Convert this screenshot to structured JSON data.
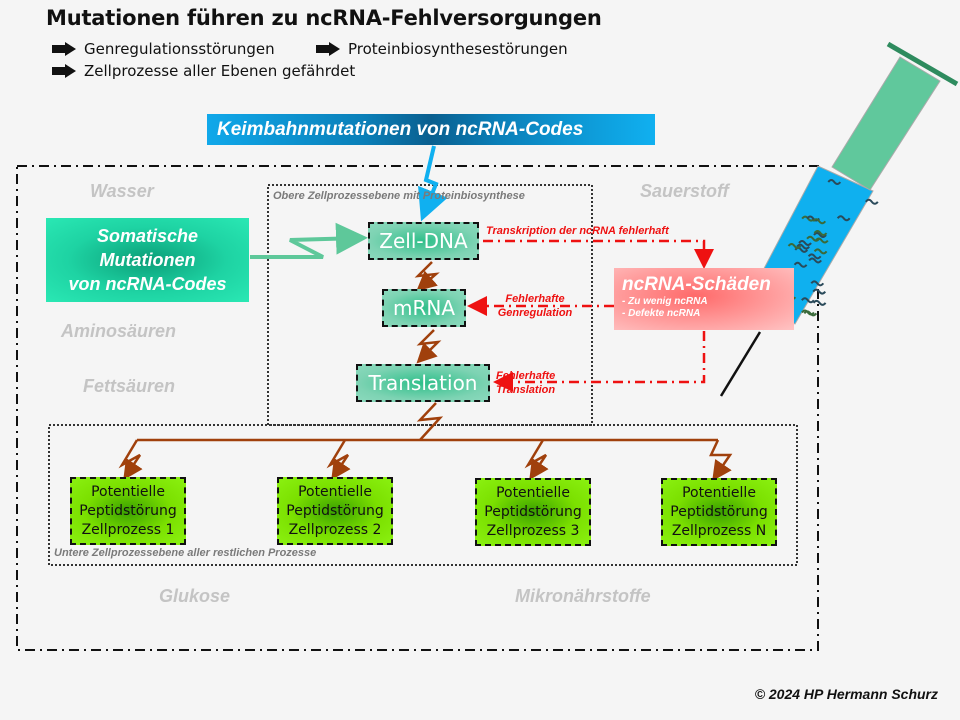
{
  "header": {
    "title": "Mutationen führen zu ncRNA-Fehlversorgungen",
    "bullets": [
      {
        "icon": "right-arrow-icon",
        "text": "Genregulationsstörungen"
      },
      {
        "icon": "right-arrow-icon",
        "text": "Proteinbiosynthesestörungen"
      },
      {
        "icon": "right-arrow-icon",
        "text": "Zellprozesse aller Ebenen gefährdet"
      }
    ]
  },
  "sources": {
    "germline": "Keimbahnmutationen von ncRNA-Codes",
    "somatic": [
      "Somatische",
      "Mutationen",
      "von ncRNA-Codes"
    ]
  },
  "nutrients": {
    "wasser": "Wasser",
    "sauerstoff": "Sauerstoff",
    "aminosaeuren": "Aminosäuren",
    "fettsaeuren": "Fettsäuren",
    "glukose": "Glukose",
    "mikronaehrstoffe": "Mikronährstoffe"
  },
  "upper_level": {
    "label": "Obere Zellprozessebene  mit Proteinbiosynthese",
    "nodes": {
      "dna": "Zell-DNA",
      "mrna": "mRNA",
      "translation": "Translation"
    }
  },
  "damage": {
    "title": "ncRNA-Schäden",
    "items": [
      "- Zu wenig ncRNA",
      "- Defekte  ncRNA"
    ],
    "edges": {
      "transcription": "Transkription der ncRNA fehlerhaft",
      "genregulation": [
        "Fehlerhafte",
        "Genregulation"
      ],
      "translation": [
        "Fehlerhafte",
        "Translation"
      ]
    }
  },
  "lower_level": {
    "label": "Untere Zellprozessebene  aller restlichen Prozesse",
    "processes": [
      [
        "Potentielle",
        "Peptidstörung",
        "Zellprozess 1"
      ],
      [
        "Potentielle",
        "Peptidstörung",
        "Zellprozess 2"
      ],
      [
        "Potentielle",
        "Peptidstörung",
        "Zellprozess 3"
      ],
      [
        "Potentielle",
        "Peptidstörung",
        "Zellprozess N"
      ]
    ]
  },
  "colors": {
    "germline": "#0a8fd0",
    "somatic": "#1ed3a3",
    "process": "#7dd3b3",
    "peptide": "#7be000",
    "error": "#ee1111",
    "signal": "#a0400c"
  },
  "copyright": "© 2024 HP Hermann Schurz"
}
